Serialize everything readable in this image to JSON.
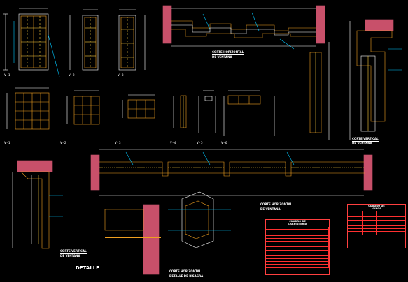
{
  "sheet": {
    "background": "#000000",
    "line_colors": {
      "frame": "#ffffff",
      "wood": "#f0a020",
      "glass": "#ffd040",
      "wall": "#c8506a",
      "dimension": "#ffffff",
      "leader": "#00c8ff",
      "table_border": "#ff3030"
    }
  },
  "drawings": {
    "window_elevations_top": [
      {
        "tag": "V-1"
      },
      {
        "tag": "V-2"
      },
      {
        "tag": "V-3"
      }
    ],
    "window_elevations_middle": [
      {
        "tag": "V-1"
      },
      {
        "tag": "V-2"
      },
      {
        "tag": "V-3"
      },
      {
        "tag": "V-4"
      },
      {
        "tag": "V-5"
      },
      {
        "tag": "V-6"
      }
    ],
    "sections": {
      "horizontal_top": "CORTE HORIZONTAL",
      "horizontal_top_sub": "DE VENTANA",
      "vertical_right": "CORTE VERTICAL",
      "vertical_right_sub": "DE VENTANA",
      "vertical_left": "CORTE VERTICAL",
      "vertical_left_sub": "DE VENTANA",
      "horizontal_long": "CORTE HORIZONTAL",
      "horizontal_long_sub": "DE VENTANA",
      "horizontal_bottom": "CORTE HORIZONTAL",
      "horizontal_bottom_sub": "DETALLE DE BISAGRA",
      "detail": "DETALLE"
    },
    "tables": {
      "materials": {
        "title": "CUADRO DE",
        "subtitle": "CARPINTERIA"
      },
      "windows": {
        "title": "CUADRO DE",
        "subtitle": "VANOS"
      }
    }
  }
}
